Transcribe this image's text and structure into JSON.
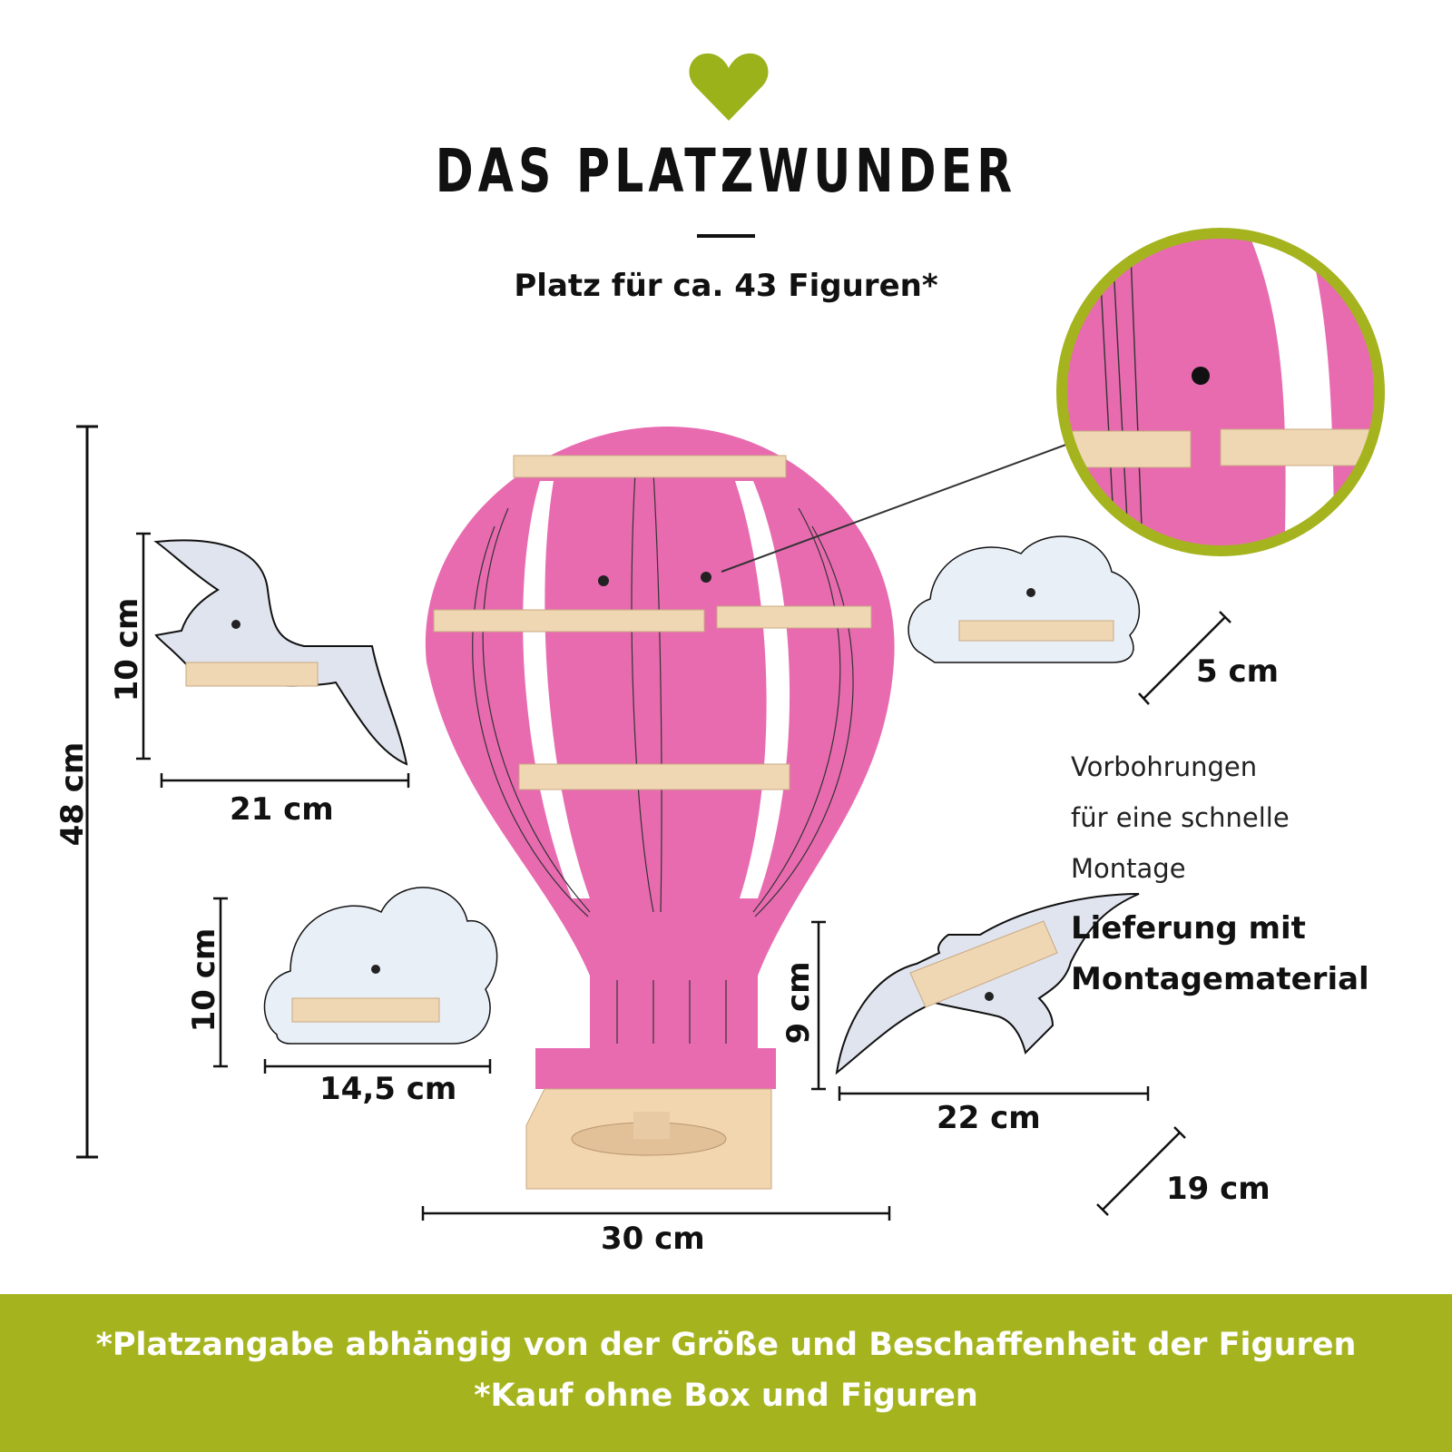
{
  "header": {
    "title": "DAS PLATZWUNDER",
    "subtitle": "Platz für ca. 43 Figuren*"
  },
  "dimensions": {
    "total_height": "48 cm",
    "bird_left_height": "10 cm",
    "bird_left_width": "21 cm",
    "cloud_left_height": "10 cm",
    "cloud_left_width": "14,5 cm",
    "balloon_width": "30 cm",
    "cloud_right_depth": "5 cm",
    "bird_right_height": "9 cm",
    "bird_right_width": "22 cm",
    "bird_right_depth": "19 cm"
  },
  "info": {
    "line1": "Vorbohrungen",
    "line2": "für eine schnelle",
    "line3": "Montage",
    "bold1": "Lieferung mit",
    "bold2": "Montagematerial"
  },
  "footer": {
    "line1": "*Platzangabe abhängig von der Größe und Beschaffenheit der Figuren",
    "line2": "*Kauf ohne Box und Figuren"
  },
  "colors": {
    "brand_green": "#a5b41e",
    "balloon_pink": "#e86bb0",
    "wood": "#f0d7b4",
    "light_blue": "#e6edf5"
  }
}
